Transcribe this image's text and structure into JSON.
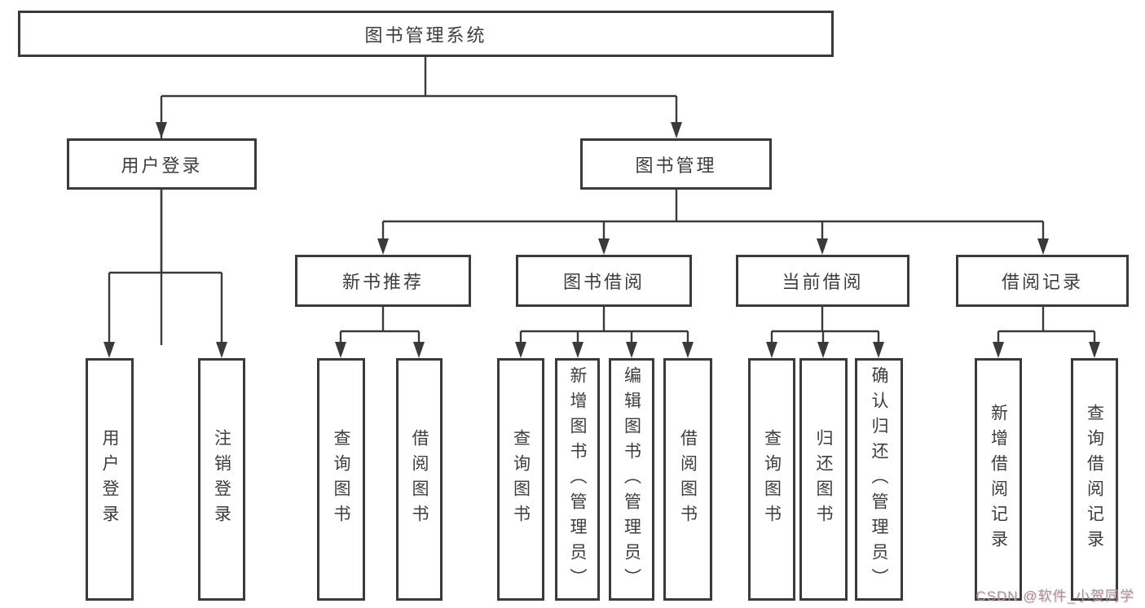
{
  "tree": {
    "root": {
      "label": "图书管理系统"
    },
    "user_login": {
      "label": "用户登录",
      "children": [
        {
          "label": "用户登录"
        },
        {
          "label": "注销登录"
        }
      ]
    },
    "book_mgmt": {
      "label": "图书管理",
      "children": [
        {
          "label": "新书推荐",
          "children": [
            {
              "label": "查询图书"
            },
            {
              "label": "借阅图书"
            }
          ]
        },
        {
          "label": "图书借阅",
          "children": [
            {
              "label": "查询图书"
            },
            {
              "label": "新增图书（管理员）"
            },
            {
              "label": "编辑图书（管理员）"
            },
            {
              "label": "借阅图书"
            }
          ]
        },
        {
          "label": "当前借阅",
          "children": [
            {
              "label": "查询图书"
            },
            {
              "label": "归还图书"
            },
            {
              "label": "确认归还（管理员）"
            }
          ]
        },
        {
          "label": "借阅记录",
          "children": [
            {
              "label": "新增借阅记录"
            },
            {
              "label": "查询借阅记录"
            }
          ]
        }
      ]
    }
  },
  "watermark": {
    "text": "CSDN @软件_小贺同学"
  },
  "colors": {
    "line": "#3a3a3a",
    "text": "#3d3d3d",
    "background": "#ffffff",
    "watermark": "#9b9b9b"
  }
}
